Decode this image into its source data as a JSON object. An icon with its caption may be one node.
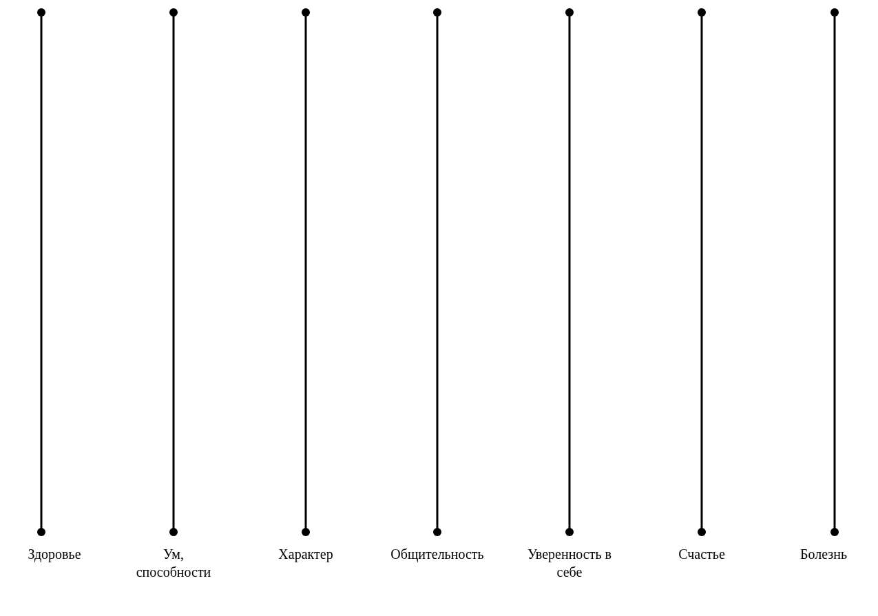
{
  "diagram": {
    "labels": [
      "Здоровье",
      "Ум, способности",
      "Характер",
      "Общительность",
      "Уверенность в себе",
      "Счастье",
      "Болезнь"
    ]
  }
}
